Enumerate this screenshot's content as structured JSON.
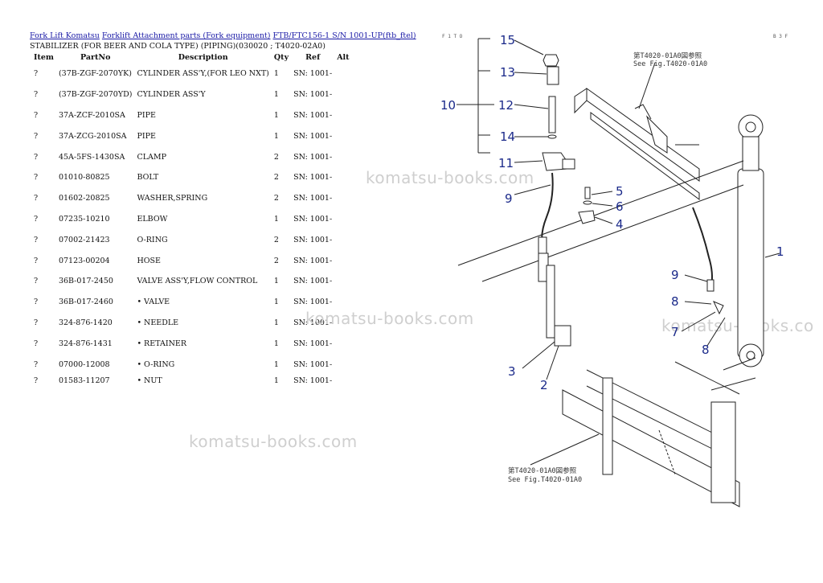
{
  "breadcrumb": {
    "links": [
      "Fork Lift Komatsu",
      "Forklift Attachment parts (Fork equipment)",
      "FTB/FTC156-1 S/N 1001-UP(ftb_ftel)"
    ]
  },
  "subtitle": "STABILIZER (FOR BEER AND COLA TYPE) (PIPING)(030020 ; T4020-02A0)",
  "table": {
    "headers": [
      "Item",
      "PartNo",
      "Description",
      "Qty",
      "Ref",
      "Alt"
    ],
    "rows": [
      {
        "item": "?",
        "part": "(37B-ZGF-2070YK)",
        "desc": "CYLINDER ASS'Y,(FOR LEO NXT)",
        "qty": "1",
        "ref": "SN: 1001-",
        "alt": ""
      },
      {
        "item": "?",
        "part": "(37B-ZGF-2070YD)",
        "desc": "CYLINDER ASS'Y",
        "qty": "1",
        "ref": "SN: 1001-",
        "alt": ""
      },
      {
        "item": "?",
        "part": "37A-ZCF-2010SA",
        "desc": "PIPE",
        "qty": "1",
        "ref": "SN: 1001-",
        "alt": ""
      },
      {
        "item": "?",
        "part": "37A-ZCG-2010SA",
        "desc": "PIPE",
        "qty": "1",
        "ref": "SN: 1001-",
        "alt": ""
      },
      {
        "item": "?",
        "part": "45A-5FS-1430SA",
        "desc": "CLAMP",
        "qty": "2",
        "ref": "SN: 1001-",
        "alt": ""
      },
      {
        "item": "?",
        "part": "01010-80825",
        "desc": "BOLT",
        "qty": "2",
        "ref": "SN: 1001-",
        "alt": ""
      },
      {
        "item": "?",
        "part": "01602-20825",
        "desc": "WASHER,SPRING",
        "qty": "2",
        "ref": "SN: 1001-",
        "alt": ""
      },
      {
        "item": "?",
        "part": "07235-10210",
        "desc": "ELBOW",
        "qty": "1",
        "ref": "SN: 1001-",
        "alt": ""
      },
      {
        "item": "?",
        "part": "07002-21423",
        "desc": "O-RING",
        "qty": "2",
        "ref": "SN: 1001-",
        "alt": ""
      },
      {
        "item": "?",
        "part": "07123-00204",
        "desc": "HOSE",
        "qty": "2",
        "ref": "SN: 1001-",
        "alt": ""
      },
      {
        "item": "?",
        "part": "36B-017-2450",
        "desc": "VALVE ASS'Y,FLOW CONTROL",
        "qty": "1",
        "ref": "SN: 1001-",
        "alt": ""
      },
      {
        "item": "?",
        "part": "36B-017-2460",
        "desc": "• VALVE",
        "qty": "1",
        "ref": "SN: 1001-",
        "alt": ""
      },
      {
        "item": "?",
        "part": "324-876-1420",
        "desc": "• NEEDLE",
        "qty": "1",
        "ref": "SN: 1001-",
        "alt": ""
      },
      {
        "item": "?",
        "part": "324-876-1431",
        "desc": "• RETAINER",
        "qty": "1",
        "ref": "SN: 1001-",
        "alt": ""
      },
      {
        "item": "?",
        "part": "07000-12008",
        "desc": "• O-RING",
        "qty": "1",
        "ref": "SN: 1001-",
        "alt": ""
      },
      {
        "item": "?",
        "part": "01583-11207",
        "desc": "• NUT",
        "qty": "1",
        "ref": "SN: 1001-",
        "alt": ""
      }
    ]
  },
  "watermarks": [
    "komatsu-books.com",
    "komatsu-books.com",
    "komatsu-books.co",
    "komatsu-books.com"
  ],
  "diagram": {
    "callouts": [
      "15",
      "13",
      "10",
      "12",
      "14",
      "11",
      "9",
      "5",
      "6",
      "4",
      "1",
      "9",
      "8",
      "7",
      "8",
      "3",
      "2"
    ],
    "notes": {
      "top_jp": "第T4020-01A0図参照",
      "top_en": "See Fig.T4020-01A0",
      "bottom_jp": "第T4020-01A0図参照",
      "bottom_en": "See Fig.T4020-01A0",
      "corner_left": "F 1 T O",
      "corner_right": "B 3 F"
    },
    "colors": {
      "callout": "#1b2a8a",
      "line": "#222222"
    }
  }
}
